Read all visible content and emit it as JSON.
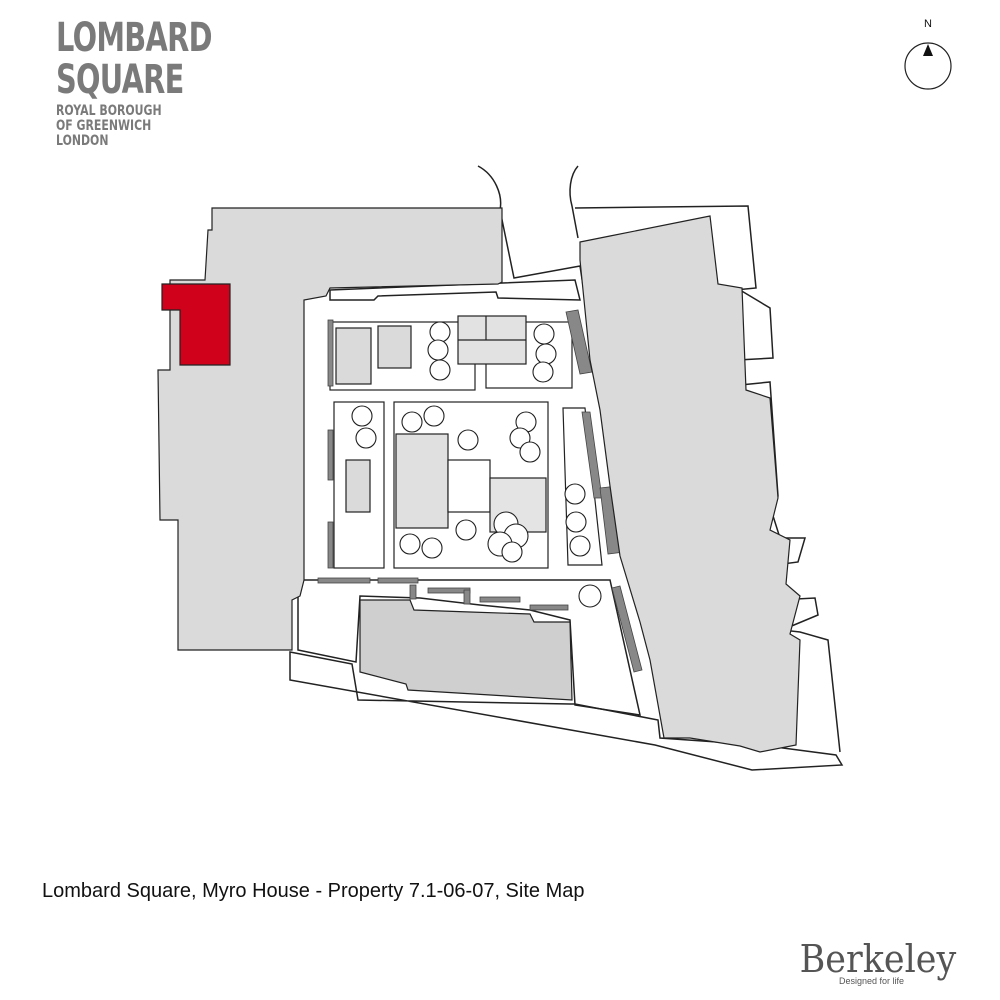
{
  "logo": {
    "line1": "LOMBARD",
    "line2": "SQUARE",
    "line3": "ROYAL BOROUGH",
    "line4": "OF GREENWICH",
    "line5": "LONDON"
  },
  "compass": {
    "label": "N",
    "icon": "north-arrow-icon"
  },
  "map": {
    "highlight_color": "#d0021b",
    "building_color": "#dadada",
    "building_dark_color": "#cfcfcf",
    "line_color": "#222222"
  },
  "caption": "Lombard Square, Myro House - Property 7.1-06-07, Site Map",
  "brand": {
    "name": "Berkeley",
    "tagline": "Designed for life"
  }
}
